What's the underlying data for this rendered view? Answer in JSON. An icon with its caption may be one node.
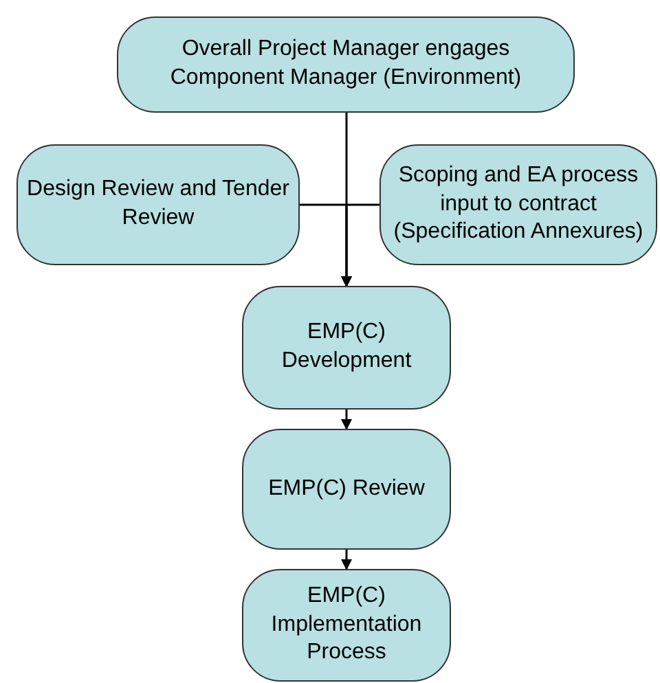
{
  "diagram": {
    "nodes": [
      {
        "text": [
          "Overall Project Manager engages Component Manager (Environment)"
        ]
      },
      {
        "text": [
          "Design Review and Tender Review"
        ]
      },
      {
        "text": [
          "Scoping and EA process input to contract (Specification Annexures)"
        ]
      },
      {
        "text": [
          "EMP(C) Development"
        ]
      },
      {
        "text": [
          "EMP(C) Review"
        ]
      },
      {
        "text": [
          "EMP(C) Implementation Process"
        ]
      }
    ],
    "edges": [
      {
        "from": 0,
        "to": 3,
        "arrow": "to"
      },
      {
        "from": 1,
        "to": 3,
        "arrow": "to"
      },
      {
        "from": 2,
        "to": 3,
        "arrow": "to"
      },
      {
        "from": 3,
        "to": 4,
        "arrow": "to"
      },
      {
        "from": 4,
        "to": 5,
        "arrow": "to"
      }
    ]
  }
}
